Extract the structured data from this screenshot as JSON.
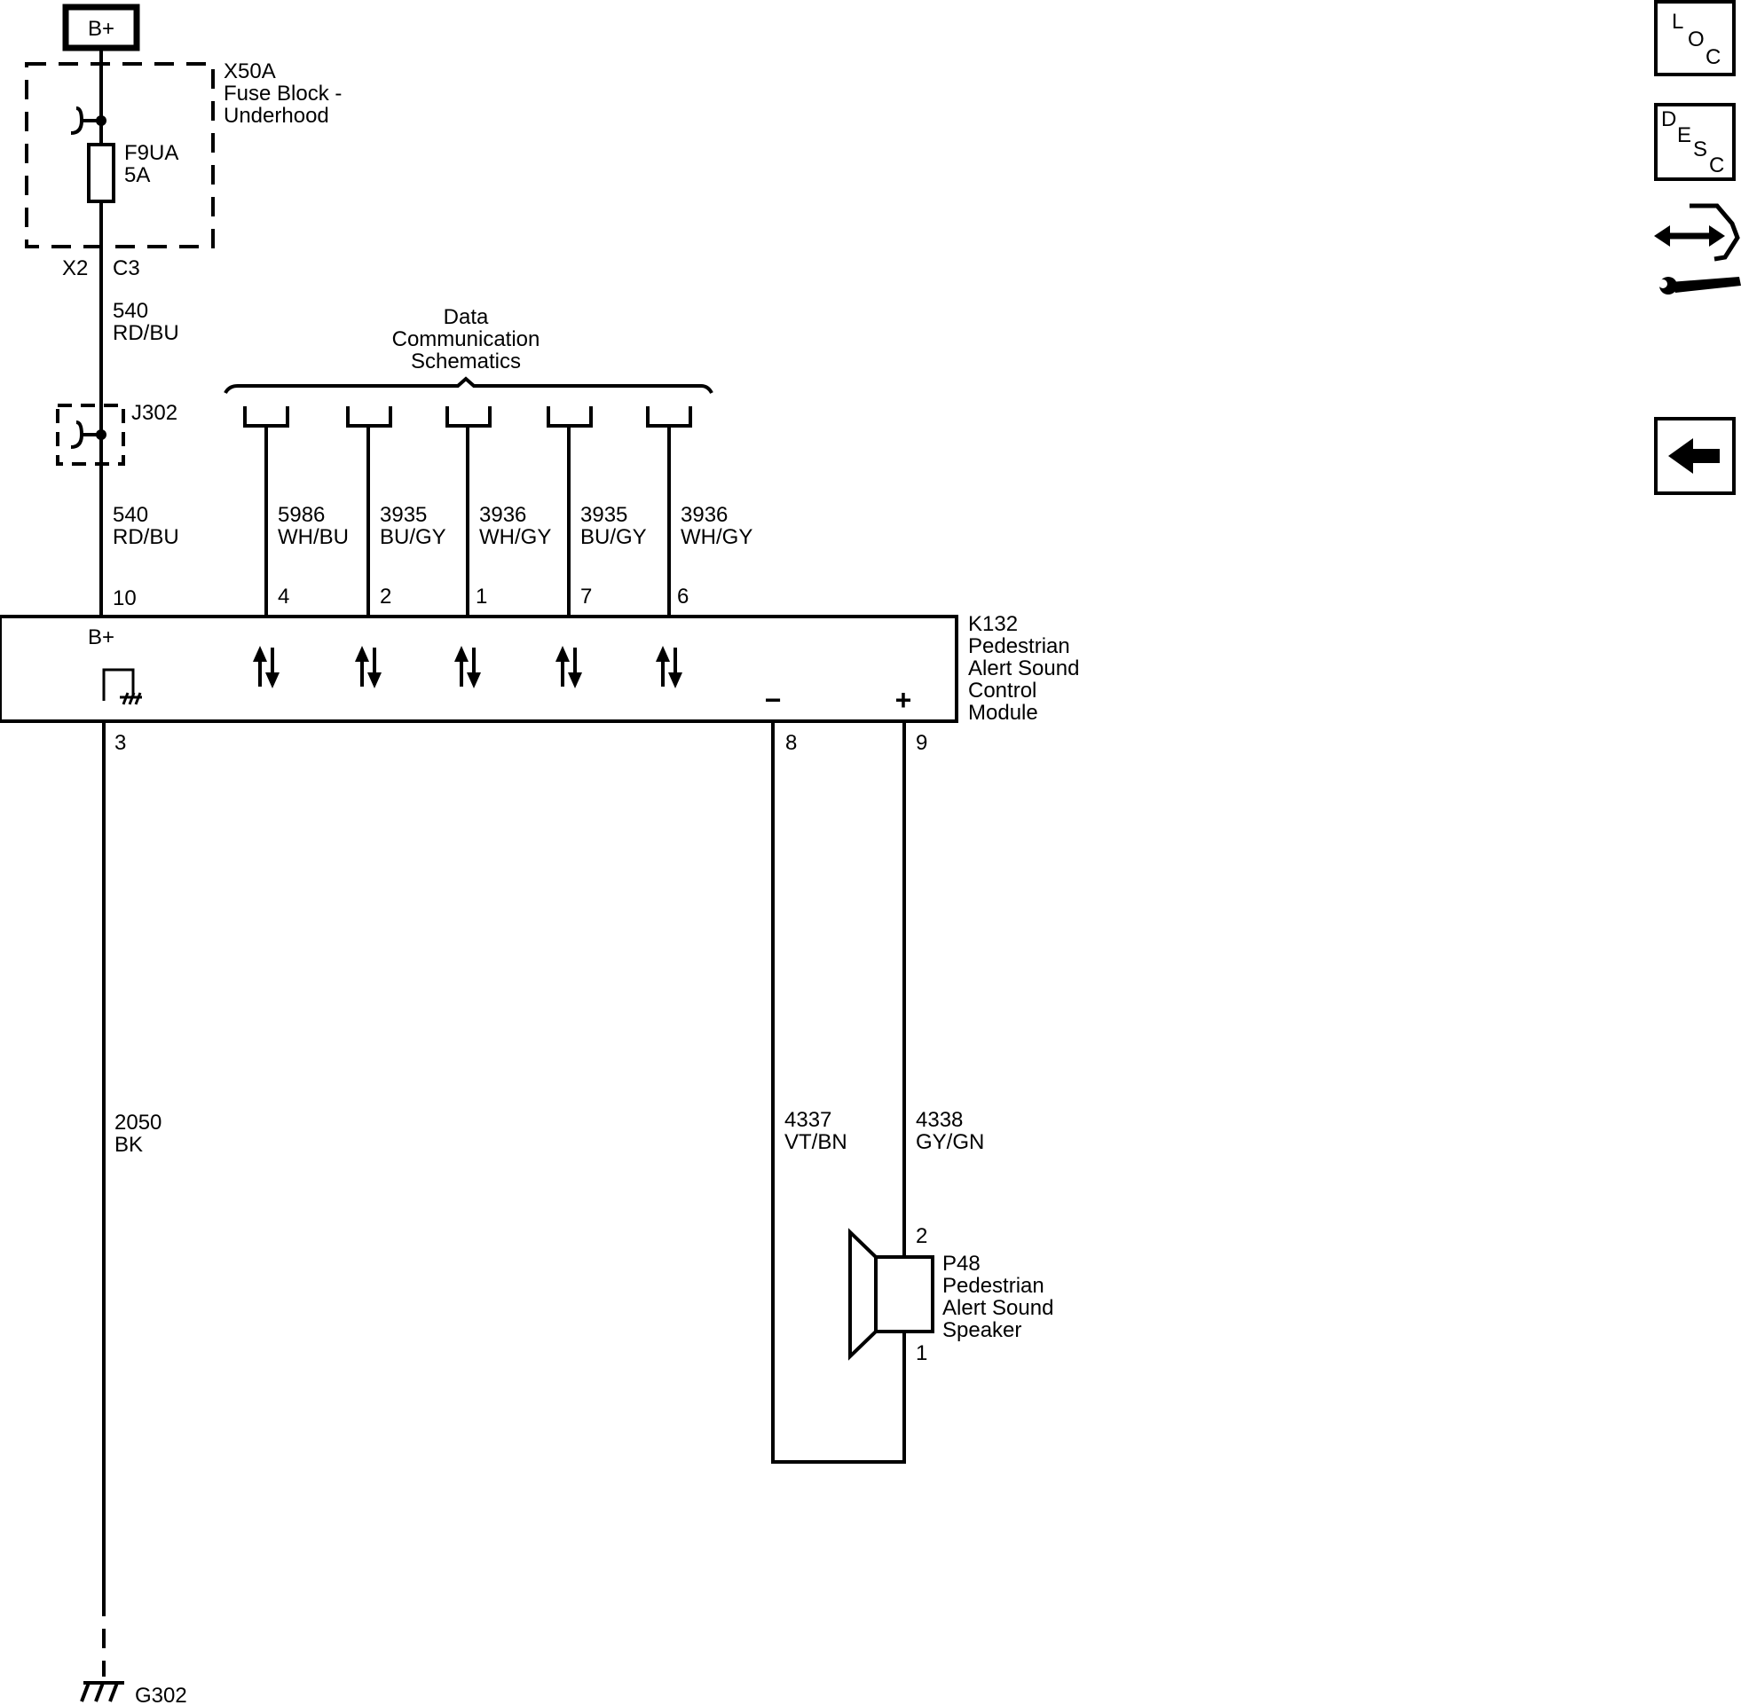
{
  "power": {
    "label": "B+"
  },
  "fuse_block": {
    "id": "X50A",
    "name_line1": "Fuse Block -",
    "name_line2": "Underhood",
    "fuse_id": "F9UA",
    "fuse_rating": "5A",
    "connector_left": "X2",
    "connector_right": "C3"
  },
  "wire_540_upper": {
    "circuit": "540",
    "color": "RD/BU"
  },
  "splice": {
    "id": "J302"
  },
  "wire_540_lower": {
    "circuit": "540",
    "color": "RD/BU"
  },
  "data_comm": {
    "line1": "Data",
    "line2": "Communication",
    "line3": "Schematics",
    "wires": [
      {
        "circuit": "5986",
        "color": "WH/BU",
        "pin": "4"
      },
      {
        "circuit": "3935",
        "color": "BU/GY",
        "pin": "2"
      },
      {
        "circuit": "3936",
        "color": "WH/GY",
        "pin": "1"
      },
      {
        "circuit": "3935",
        "color": "BU/GY",
        "pin": "7"
      },
      {
        "circuit": "3936",
        "color": "WH/GY",
        "pin": "6"
      }
    ]
  },
  "module": {
    "id": "K132",
    "name_line1": "Pedestrian",
    "name_line2": "Alert Sound",
    "name_line3": "Control",
    "name_line4": "Module",
    "bplus_pin": "10",
    "bplus_label": "B+",
    "ground_pin": "3",
    "minus_pin": "8",
    "plus_pin": "9",
    "minus_sign": "−",
    "plus_sign": "+"
  },
  "ground_wire": {
    "circuit": "2050",
    "color": "BK"
  },
  "ground": {
    "id": "G302"
  },
  "speaker_wires": {
    "minus": {
      "circuit": "4337",
      "color": "VT/BN"
    },
    "plus": {
      "circuit": "4338",
      "color": "GY/GN"
    }
  },
  "speaker": {
    "id": "P48",
    "name_line1": "Pedestrian",
    "name_line2": "Alert Sound",
    "name_line3": "Speaker",
    "pin_top": "2",
    "pin_bottom": "1"
  },
  "nav": {
    "loc": [
      "L",
      "O",
      "C"
    ],
    "desc": [
      "D",
      "E",
      "S",
      "C"
    ]
  }
}
